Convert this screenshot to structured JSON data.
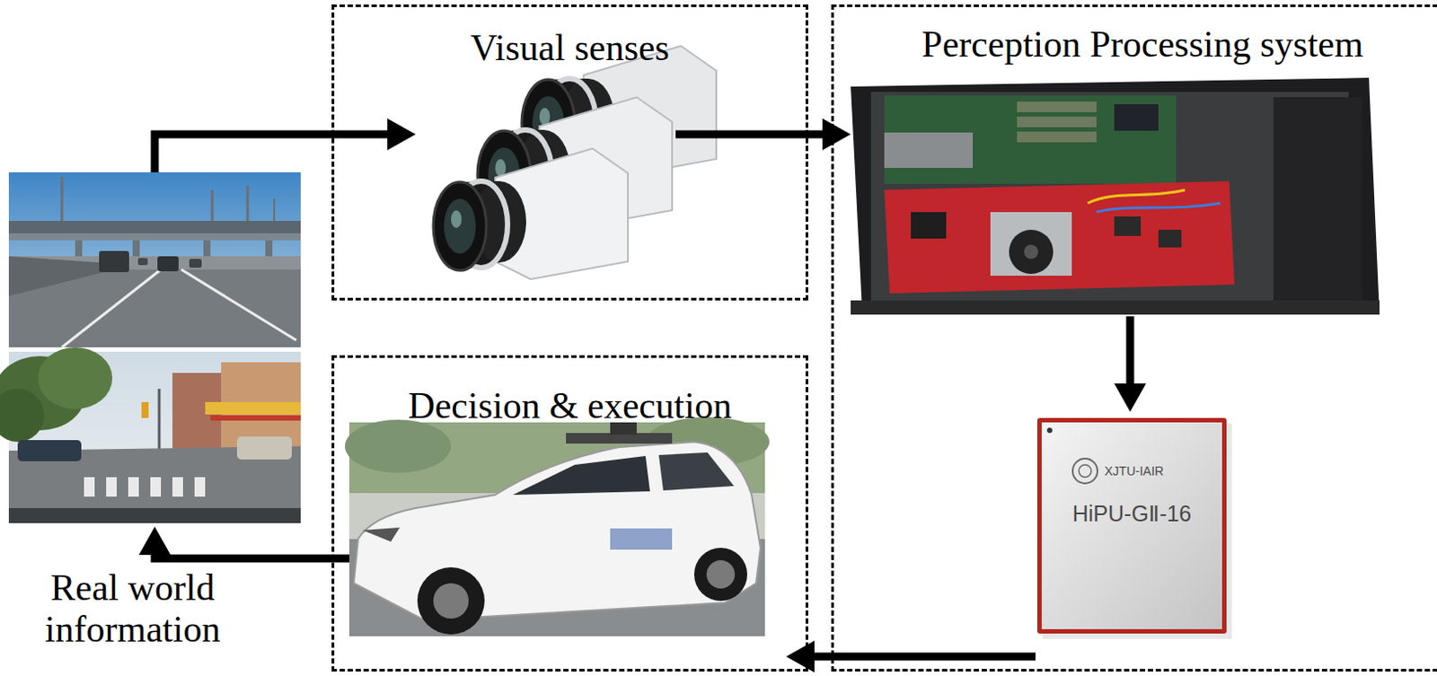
{
  "diagram": {
    "nodes": [
      {
        "text": [
          "Visual senses"
        ]
      },
      {
        "text": [
          "Perception Processing system"
        ]
      },
      {
        "text": [
          "Decision & execution"
        ]
      },
      {
        "text": [
          "Real world information"
        ]
      },
      {
        "text": [
          "XJTU-IAIR",
          "HiPU-GⅡ-16"
        ],
        "in": 1
      }
    ],
    "edges": [
      {
        "from": 3,
        "to": 0,
        "arrow": "to"
      },
      {
        "from": 0,
        "to": 1,
        "arrow": "to"
      },
      {
        "from": 4,
        "to": 2,
        "arrow": "to"
      },
      {
        "from": 2,
        "to": 3,
        "arrow": "to"
      }
    ]
  }
}
